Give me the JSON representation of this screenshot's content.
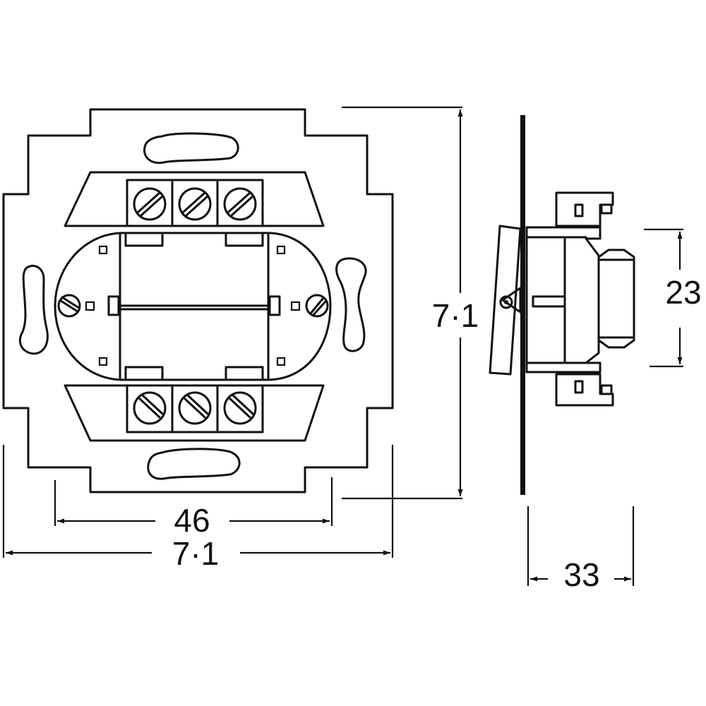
{
  "drawing": {
    "dimensions": {
      "terminal_spacing": "46",
      "overall_width": "7·1",
      "overall_height": "7·1",
      "mechanism_height": "23",
      "depth": "33"
    }
  },
  "colors": {
    "line": "#111111",
    "background": "#ffffff"
  }
}
